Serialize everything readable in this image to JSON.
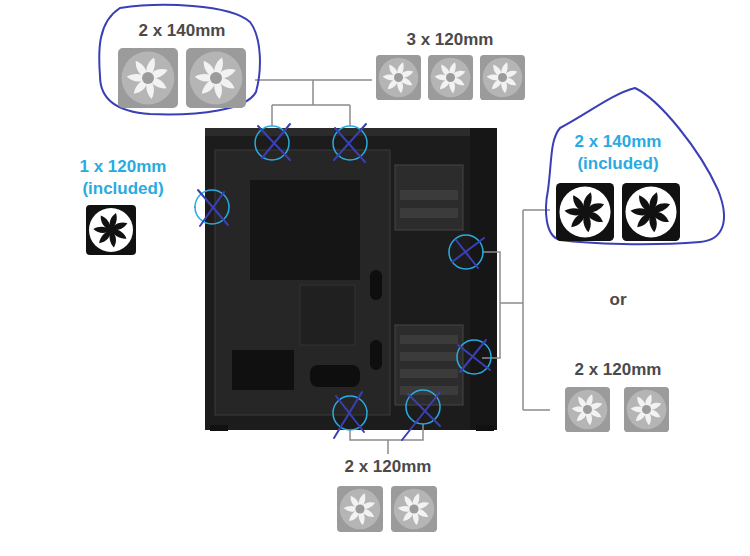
{
  "diagram": {
    "labels": [
      "2 x 140mm",
      "3 x 120mm",
      "1 x 120mm (included)",
      "2 x 140mm (included)",
      "or",
      "2 x 120mm",
      "2 x 120mm"
    ]
  }
}
